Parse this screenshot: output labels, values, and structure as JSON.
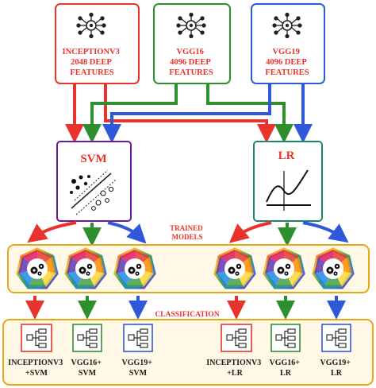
{
  "feature_boxes": [
    {
      "lines": [
        "INCEPTIONV3",
        "2048 DEEP",
        "FEATURES"
      ],
      "color": "#e8332c"
    },
    {
      "lines": [
        "VGG16",
        "4096 DEEP",
        "FEATURES"
      ],
      "color": "#2e8f2e"
    },
    {
      "lines": [
        "VGG19",
        "4096 DEEP",
        "FEATURES"
      ],
      "color": "#2f59d8"
    }
  ],
  "classifiers": [
    {
      "label": "SVM",
      "border": "#6a1b9a",
      "text_color": "#e8332c"
    },
    {
      "label": "LR",
      "border": "#1a8a6a",
      "text_color": "#e8332c"
    }
  ],
  "trained_models_label": [
    "TRAINED",
    "MODELS"
  ],
  "classification_label": "CLASSIFICATION",
  "results": [
    {
      "lines": [
        "INCEPTIONV3",
        "+SVM"
      ],
      "color": "#e8332c"
    },
    {
      "lines": [
        "VGG16+",
        "SVM"
      ],
      "color": "#2e8f2e"
    },
    {
      "lines": [
        "VGG19+",
        "SVM"
      ],
      "color": "#2f59d8"
    },
    {
      "lines": [
        "INCEPTIONV3",
        "+LR"
      ],
      "color": "#e8332c"
    },
    {
      "lines": [
        "VGG16+",
        "LR"
      ],
      "color": "#2e8f2e"
    },
    {
      "lines": [
        "VGG19+",
        "LR"
      ],
      "color": "#2f59d8"
    }
  ],
  "icons": {
    "feature_icon": "neural-network-gear-icon",
    "svm_icon": "svm-scatter-icon",
    "lr_icon": "regression-curve-icon",
    "model_icon": "gear-polygon-icon",
    "result_icon": "hierarchy-tree-icon"
  },
  "colors": {
    "red": "#e8332c",
    "green": "#2e8f2e",
    "blue": "#2f59d8",
    "band_border": "#e6a817",
    "band_fill": "#fff8e6"
  }
}
